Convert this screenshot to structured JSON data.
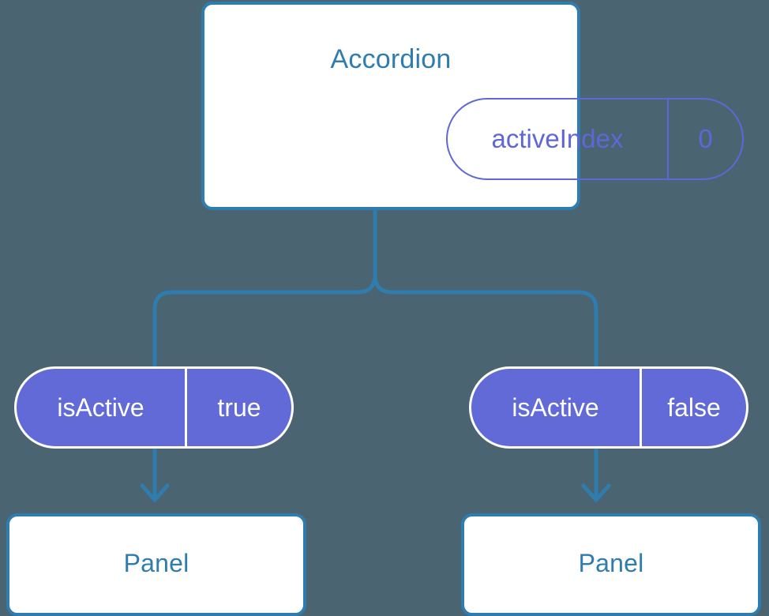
{
  "diagram": {
    "type": "component-state-tree",
    "background_color": "#4a6571",
    "accent_blue": "#2f7cae",
    "accent_indigo": "#616ad7",
    "root": {
      "title": "Accordion",
      "state": {
        "key": "activeIndex",
        "value": "0"
      }
    },
    "branches": [
      {
        "prop": {
          "key": "isActive",
          "value": "true"
        },
        "child": {
          "title": "Panel"
        }
      },
      {
        "prop": {
          "key": "isActive",
          "value": "false"
        },
        "child": {
          "title": "Panel"
        }
      }
    ]
  }
}
